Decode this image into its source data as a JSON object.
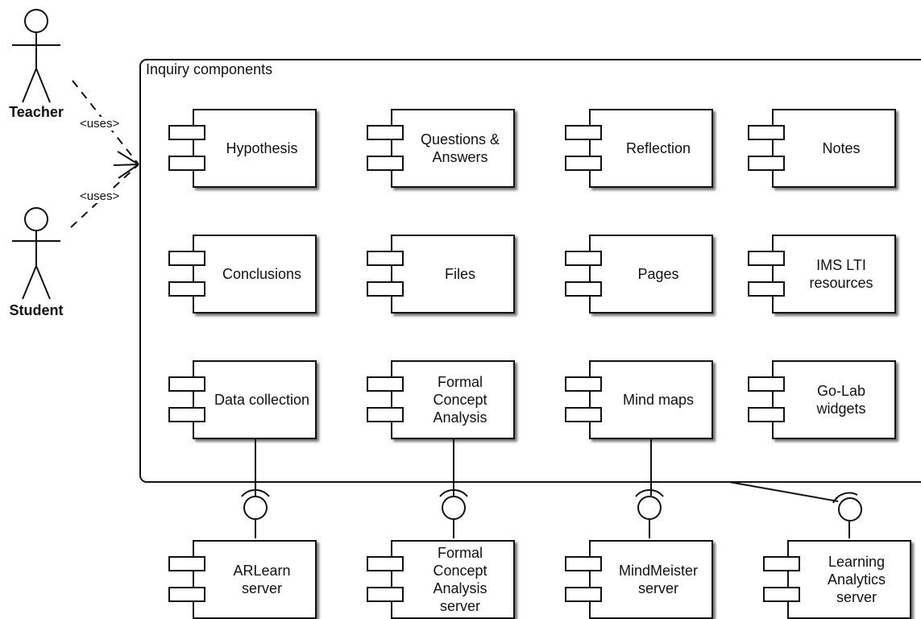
{
  "container": {
    "title": "Inquiry components"
  },
  "actors": [
    {
      "label": "Teacher"
    },
    {
      "label": "Student"
    }
  ],
  "relations": {
    "uses_label": "<uses>"
  },
  "inquiry_components": [
    {
      "label": "Hypothesis"
    },
    {
      "label": "Questions &\nAnswers"
    },
    {
      "label": "Reflection"
    },
    {
      "label": "Notes"
    },
    {
      "label": "Conclusions"
    },
    {
      "label": "Files"
    },
    {
      "label": "Pages"
    },
    {
      "label": "IMS LTI\nresources"
    },
    {
      "label": "Data collection"
    },
    {
      "label": "Formal\nConcept\nAnalysis"
    },
    {
      "label": "Mind maps"
    },
    {
      "label": "Go-Lab\nwidgets"
    }
  ],
  "servers": [
    {
      "label": "ARLearn\nserver"
    },
    {
      "label": "Formal\nConcept\nAnalysis\nserver"
    },
    {
      "label": "MindMeister\nserver"
    },
    {
      "label": "Learning\nAnalytics\nserver"
    }
  ]
}
